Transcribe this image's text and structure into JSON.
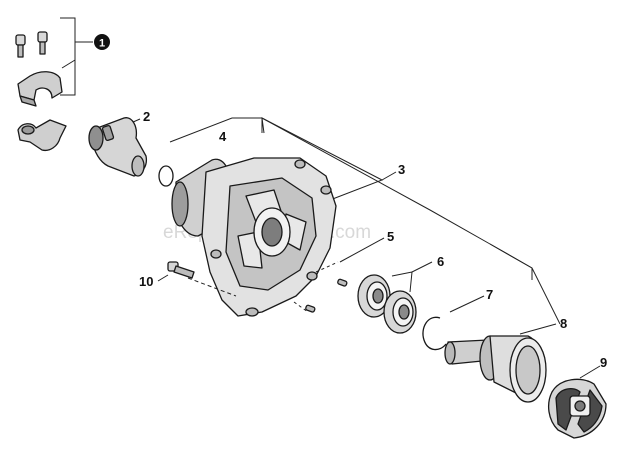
{
  "diagram": {
    "watermark": "eReplacementParts.com",
    "callouts": {
      "c1": "1",
      "c2": "2",
      "c3": "3",
      "c4": "4",
      "c5": "5",
      "c6": "6",
      "c7": "7",
      "c8": "8",
      "c9": "9",
      "c10": "10"
    }
  }
}
